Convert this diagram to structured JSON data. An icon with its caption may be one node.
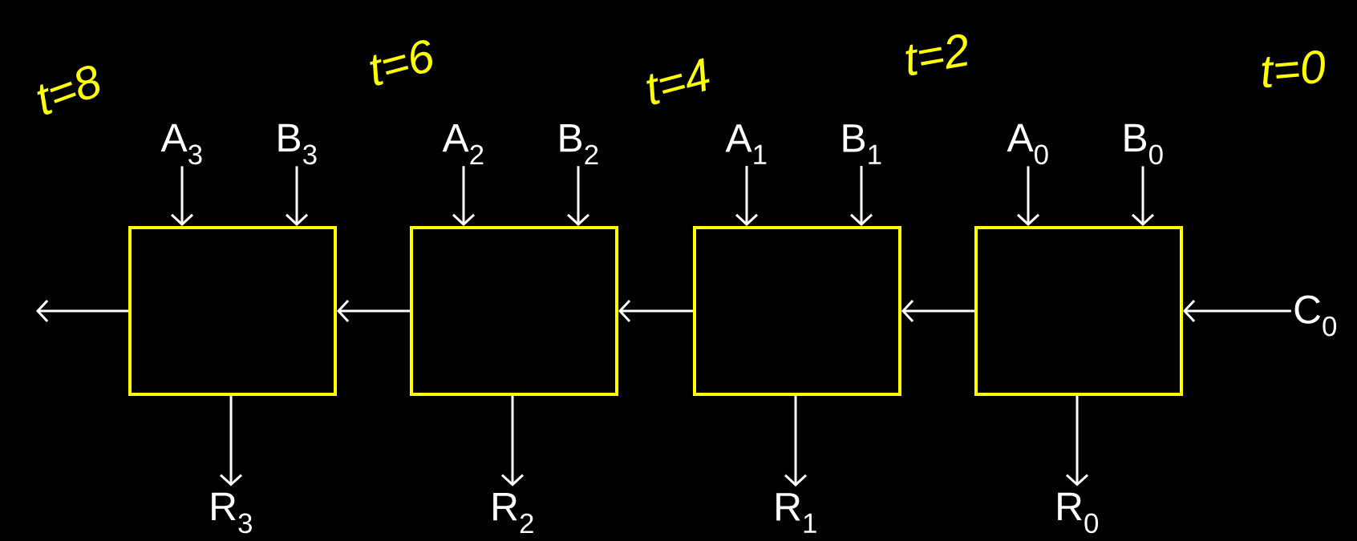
{
  "diagram": {
    "nodes": [
      {
        "text": [
          "A$_{3}$"
        ]
      },
      {
        "text": [
          "B$_{3}$"
        ]
      },
      {
        "text": [
          "A$_{2}$"
        ]
      },
      {
        "text": [
          "B$_{2}$"
        ]
      },
      {
        "text": [
          "A$_{1}$"
        ]
      },
      {
        "text": [
          "B$_{1}$"
        ]
      },
      {
        "text": [
          "A$_{0}$"
        ]
      },
      {
        "text": [
          "B$_{0}$"
        ]
      },
      {
        "text": [],
        "shape": "box"
      },
      {
        "text": [],
        "shape": "box"
      },
      {
        "text": [],
        "shape": "box"
      },
      {
        "text": [],
        "shape": "box"
      },
      {
        "text": [
          "C$_{0}$"
        ]
      },
      {
        "text": [
          "R$_{3}$"
        ]
      },
      {
        "text": [
          "R$_{2}$"
        ]
      },
      {
        "text": [
          "R$_{1}$"
        ]
      },
      {
        "text": [
          "R$_{0}$"
        ]
      }
    ],
    "edges": [
      {
        "from": 0,
        "to": 8,
        "arrow": "to"
      },
      {
        "from": 1,
        "to": 8,
        "arrow": "to"
      },
      {
        "from": 2,
        "to": 9,
        "arrow": "to"
      },
      {
        "from": 3,
        "to": 9,
        "arrow": "to"
      },
      {
        "from": 4,
        "to": 10,
        "arrow": "to"
      },
      {
        "from": 5,
        "to": 10,
        "arrow": "to"
      },
      {
        "from": 6,
        "to": 11,
        "arrow": "to"
      },
      {
        "from": 7,
        "to": 11,
        "arrow": "to"
      },
      {
        "from": 12,
        "to": 11,
        "arrow": "to"
      },
      {
        "from": 11,
        "to": 10,
        "arrow": "to"
      },
      {
        "from": 10,
        "to": 9,
        "arrow": "to"
      },
      {
        "from": 9,
        "to": 8,
        "arrow": "to"
      },
      {
        "from": 8,
        "to": null,
        "arrow": "to"
      },
      {
        "from": 8,
        "to": 13,
        "arrow": "to"
      },
      {
        "from": 9,
        "to": 14,
        "arrow": "to"
      },
      {
        "from": 10,
        "to": 15,
        "arrow": "to"
      },
      {
        "from": 11,
        "to": 16,
        "arrow": "to"
      }
    ],
    "labels": [
      "t=8",
      "t=6",
      "t=4",
      "t=2",
      "t=0"
    ]
  }
}
